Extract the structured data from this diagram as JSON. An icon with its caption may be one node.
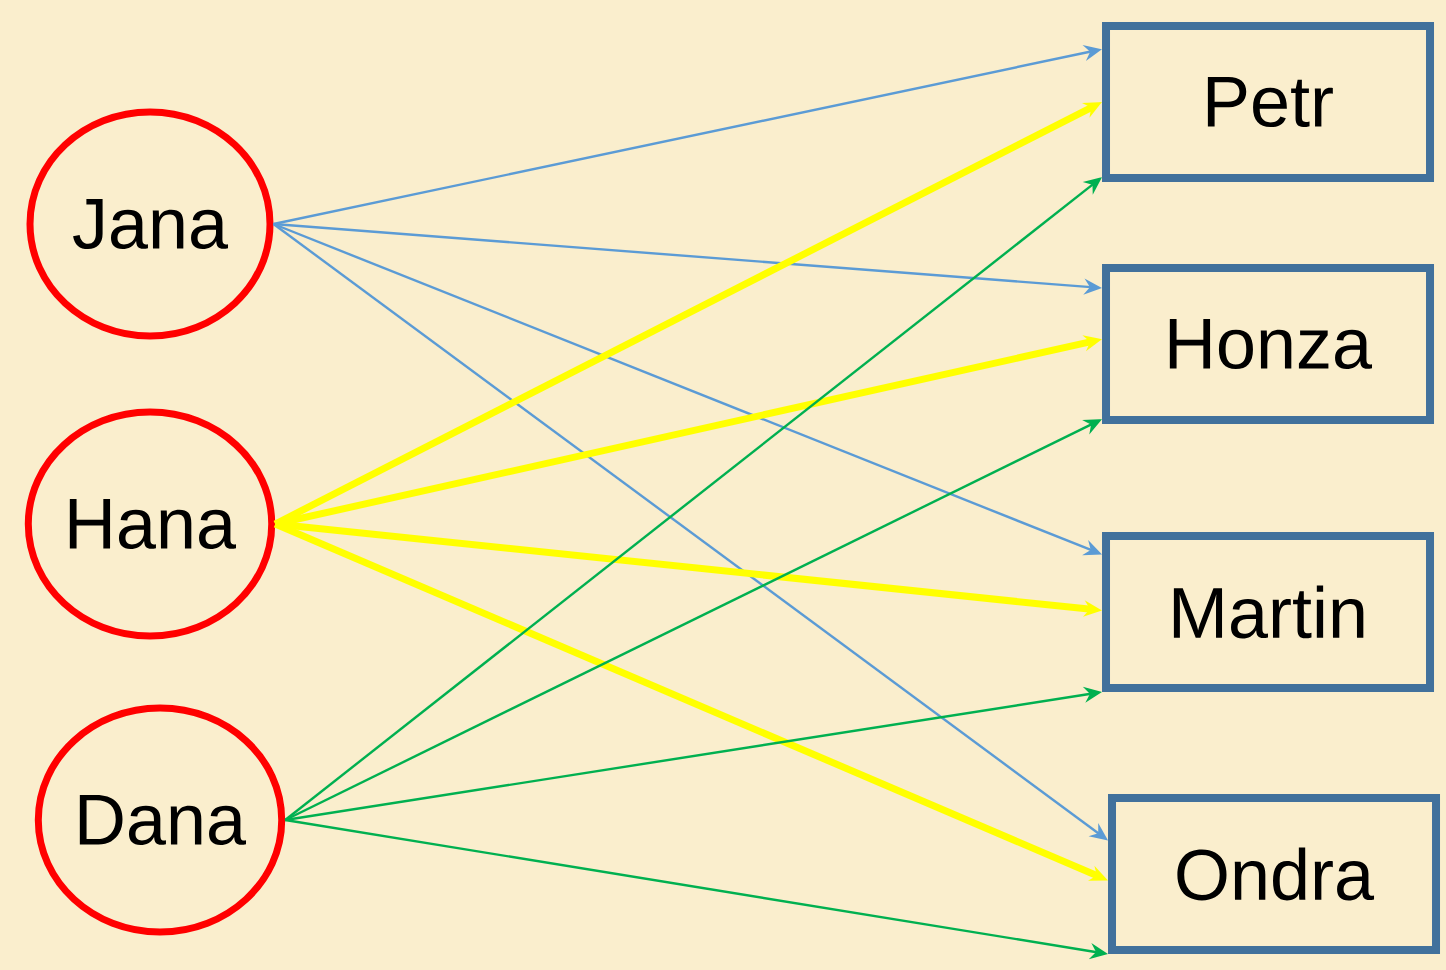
{
  "diagram": {
    "nodes": [
      {
        "text": [
          "Jana"
        ]
      },
      {
        "text": [
          "Hana"
        ]
      },
      {
        "text": [
          "Dana"
        ]
      },
      {
        "text": [
          "Petr"
        ]
      },
      {
        "text": [
          "Honza"
        ]
      },
      {
        "text": [
          "Martin"
        ]
      },
      {
        "text": [
          "Ondra"
        ]
      }
    ],
    "edges": [
      {
        "from": 0,
        "to": 3,
        "arrow": "to",
        "color": "#5b9bd5"
      },
      {
        "from": 0,
        "to": 4,
        "arrow": "to",
        "color": "#5b9bd5"
      },
      {
        "from": 0,
        "to": 5,
        "arrow": "to",
        "color": "#5b9bd5"
      },
      {
        "from": 0,
        "to": 6,
        "arrow": "to",
        "color": "#5b9bd5"
      },
      {
        "from": 1,
        "to": 3,
        "arrow": "to",
        "style": "thick",
        "color": "#ffff00"
      },
      {
        "from": 1,
        "to": 4,
        "arrow": "to",
        "style": "thick",
        "color": "#ffff00"
      },
      {
        "from": 1,
        "to": 5,
        "arrow": "to",
        "style": "thick",
        "color": "#ffff00"
      },
      {
        "from": 1,
        "to": 6,
        "arrow": "to",
        "style": "thick",
        "color": "#ffff00"
      },
      {
        "from": 2,
        "to": 3,
        "arrow": "to",
        "color": "#00b050"
      },
      {
        "from": 2,
        "to": 4,
        "arrow": "to",
        "color": "#00b050"
      },
      {
        "from": 2,
        "to": 5,
        "arrow": "to",
        "color": "#00b050"
      },
      {
        "from": 2,
        "to": 6,
        "arrow": "to",
        "color": "#00b050"
      }
    ]
  }
}
